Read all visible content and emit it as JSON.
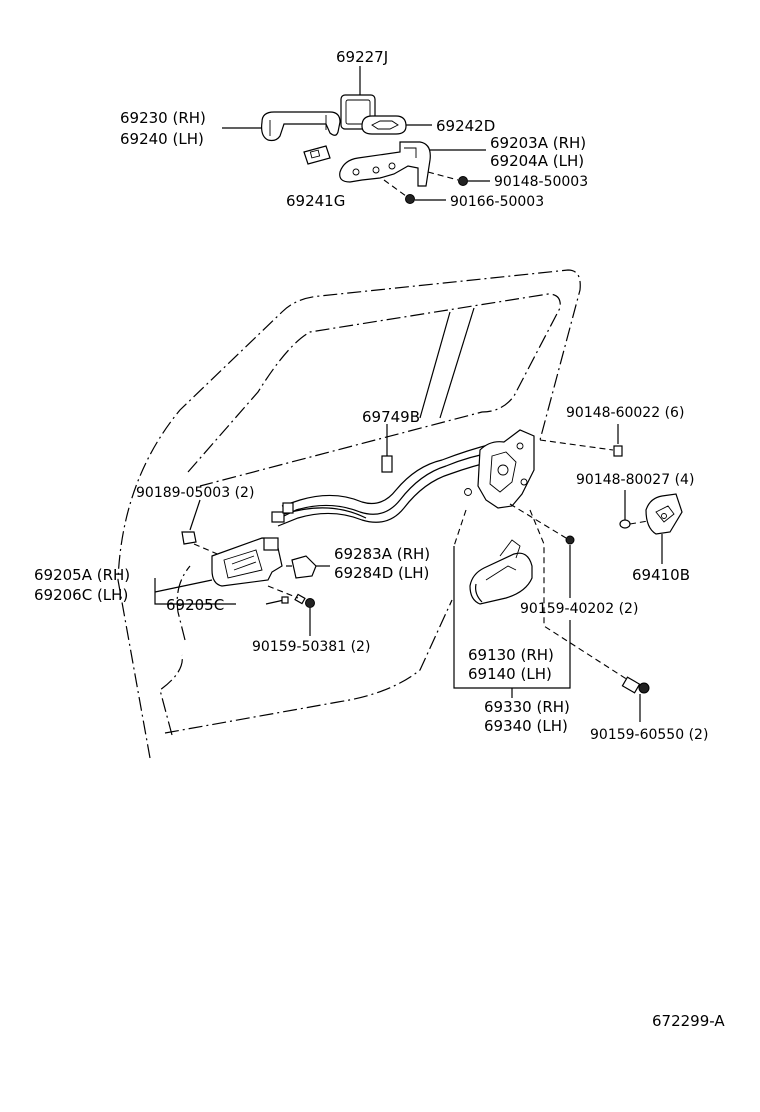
{
  "diagram_id": "672299-A",
  "labels": {
    "p69227J": "69227J",
    "p69230": "69230 (RH)",
    "p69240": "69240 (LH)",
    "p69242D": "69242D",
    "p69203A": "69203A (RH)",
    "p69204A": "69204A (LH)",
    "p90148_50003": "90148-50003",
    "p69241G": "69241G",
    "p90166_50003": "90166-50003",
    "p69749B": "69749B",
    "p90148_60022": "90148-60022 (6)",
    "p90148_80027": "90148-80027 (4)",
    "p90189_05003": "90189-05003 (2)",
    "p69410B": "69410B",
    "p69283A": "69283A (RH)",
    "p69284D": "69284D (LH)",
    "p69205A": "69205A (RH)",
    "p69206C": "69206C (LH)",
    "p69205C": "69205C",
    "p90159_40202": "90159-40202 (2)",
    "p90159_50381": "90159-50381 (2)",
    "p69130": "69130 (RH)",
    "p69140": "69140 (LH)",
    "p69330": "69330 (RH)",
    "p69340": "69340 (LH)",
    "p90159_60550": "90159-60550 (2)"
  }
}
